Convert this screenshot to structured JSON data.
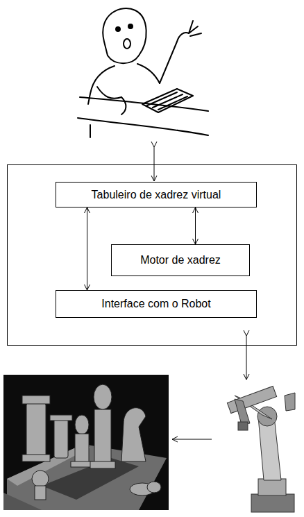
{
  "diagram": {
    "nodes": [
      {
        "text": [
          "Tabuleiro de xadrez virtual"
        ]
      },
      {
        "text": [
          "Motor de xadrez"
        ]
      },
      {
        "text": [
          "Interface com o Robot"
        ]
      }
    ],
    "edges": [
      {
        "from": 0,
        "to": 1,
        "arrow": "both"
      },
      {
        "from": 0,
        "to": 2,
        "arrow": "both"
      }
    ]
  }
}
